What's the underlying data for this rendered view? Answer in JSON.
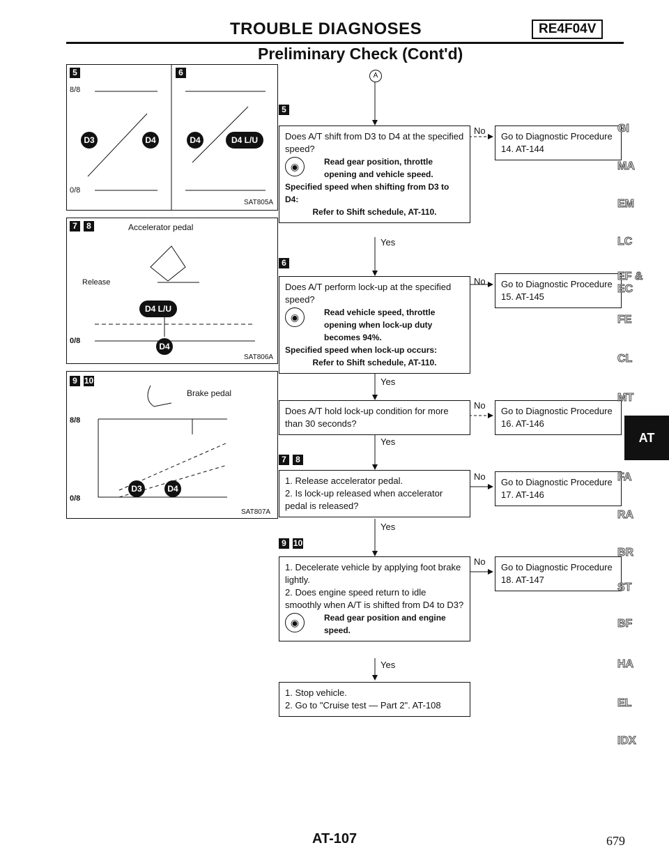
{
  "header": {
    "title": "TROUBLE DIAGNOSES",
    "model": "RE4F04V",
    "subtitle": "Preliminary Check (Cont'd)"
  },
  "diagrams": {
    "d5": {
      "tag": "5",
      "y_top": "8/8",
      "y_bottom": "0/8",
      "from": "D3",
      "to": "D4"
    },
    "d6": {
      "tag": "6",
      "from": "D4",
      "to": "D4 L/U",
      "code": "SAT805A"
    },
    "d78": {
      "tags": [
        "7",
        "8"
      ],
      "title": "Accelerator pedal",
      "release": "Release",
      "top_gear": "D4 L/U",
      "bottom_gear": "D4",
      "y_bottom": "0/8",
      "code": "SAT806A"
    },
    "d910": {
      "tags": [
        "9",
        "10"
      ],
      "title": "Brake pedal",
      "y_top": "8/8",
      "y_bottom": "0/8",
      "from": "D3",
      "to": "D4",
      "code": "SAT807A"
    }
  },
  "flow": {
    "entry": "A",
    "step5": {
      "tag": "5",
      "question": "Does A/T shift from D3 to D4 at the specified speed?",
      "note": "Read gear position, throttle opening and vehicle speed.",
      "spec_title": "Specified speed when shifting from D3 to D4:",
      "spec_ref": "Refer to Shift schedule, AT-110.",
      "no_label": "No",
      "no_action": "Go to Diagnostic Procedure 14. AT-144",
      "yes_label": "Yes"
    },
    "step6": {
      "tag": "6",
      "question": "Does A/T perform lock-up at the specified speed?",
      "note": "Read vehicle speed, throttle opening when lock-up duty becomes 94%.",
      "spec_title": "Specified speed when lock-up occurs:",
      "spec_ref": "Refer to Shift schedule, AT-110.",
      "no_label": "No",
      "no_action": "Go to Diagnostic Procedure 15. AT-145",
      "yes_label": "Yes"
    },
    "step_hold": {
      "question": "Does A/T hold lock-up condition for more than 30 seconds?",
      "no_label": "No",
      "no_action": "Go to Diagnostic Procedure 16. AT-146",
      "yes_label": "Yes"
    },
    "step78": {
      "tags": [
        "7",
        "8"
      ],
      "line1": "1. Release accelerator pedal.",
      "line2": "2. Is lock-up released when accelerator pedal is released?",
      "no_label": "No",
      "no_action": "Go to Diagnostic Procedure 17. AT-146",
      "yes_label": "Yes"
    },
    "step910": {
      "tags": [
        "9",
        "10"
      ],
      "line1": "1. Decelerate vehicle by applying foot brake lightly.",
      "line2": "2. Does engine speed return to idle smoothly when A/T is shifted from D4 to D3?",
      "note": "Read gear position and engine speed.",
      "no_label": "No",
      "no_action": "Go to Diagnostic Procedure 18. AT-147",
      "yes_label": "Yes"
    },
    "final": {
      "line1": "1. Stop vehicle.",
      "line2": "2. Go to \"Cruise test — Part 2\". AT-108"
    }
  },
  "sidebar": {
    "items": [
      "GI",
      "MA",
      "EM",
      "LC",
      "EF & EC",
      "FE",
      "CL",
      "MT",
      "AT",
      "FA",
      "RA",
      "BR",
      "ST",
      "BF",
      "HA",
      "EL",
      "IDX"
    ],
    "active": "AT"
  },
  "footer": {
    "page_code": "AT-107",
    "page_number": "679"
  }
}
